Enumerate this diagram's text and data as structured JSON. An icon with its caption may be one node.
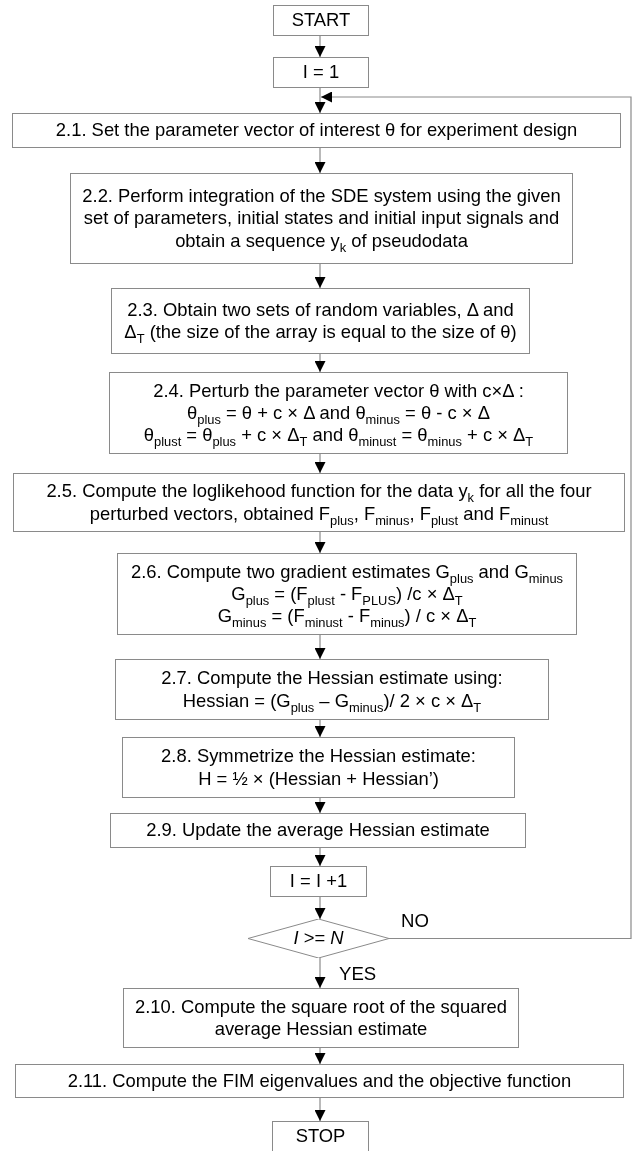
{
  "diagram": {
    "nodes": [
      {
        "text": [
          "START"
        ]
      },
      {
        "text": [
          "I = 1"
        ]
      },
      {
        "text": [
          "2.1. Set the parameter vector of interest θ for experiment design"
        ]
      },
      {
        "text": [
          "2.2. Perform integration of the SDE system using the given set of parameters, initial states and initial input signals and obtain a sequence y$_{k}$ of pseudodata"
        ]
      },
      {
        "text": [
          "2.3. Obtain two sets of random variables, Δ and Δ$_{T}$ (the size of the array is equal to the size of θ)"
        ]
      },
      {
        "text": [
          "2.4. Perturb the parameter vector θ with c×Δ :",
          "θ$_{plus}$ = θ + c × Δ and θ$_{minus}$ = θ - c × Δ",
          "θ$_{plust}$ = θ$_{plus}$ + c × Δ$_{T}$ and θ$_{minust}$ = θ$_{minus}$ + c × Δ$_{T}$"
        ]
      },
      {
        "text": [
          "2.5. Compute the loglikehood function for the data y$_{k}$ for all the four perturbed vectors, obtained F$_{plus}$, F$_{minus}$, F$_{plust}$ and F$_{minust}$"
        ]
      },
      {
        "text": [
          "2.6. Compute two gradient estimates G$_{plus}$ and G$_{minus}$",
          "G$_{plus}$ = (F$_{plust}$ - F$_{PLUS}$) /c × Δ$_{T}$",
          "G$_{minus}$ = (F$_{minust}$ - F$_{minus}$) / c × Δ$_{T}$"
        ]
      },
      {
        "text": [
          "2.7. Compute the Hessian estimate using:",
          "Hessian = (G$_{plus}$ – G$_{minus}$)/ 2 × c × Δ$_{T}$"
        ]
      },
      {
        "text": [
          "2.8. Symmetrize the Hessian estimate:",
          "H = ½ × (Hessian + Hessian’)"
        ]
      },
      {
        "text": [
          "2.9. Update the average Hessian estimate"
        ]
      },
      {
        "text": [
          "I = I +1"
        ]
      },
      {
        "text": [
          "*I* >= *N*"
        ]
      },
      {
        "text": [
          "2.10. Compute the square root of the squared average Hessian estimate"
        ]
      },
      {
        "text": [
          "2.11. Compute the FIM eigenvalues and the objective function"
        ]
      },
      {
        "text": [
          "STOP"
        ]
      }
    ],
    "edges": [
      {
        "from": 0,
        "to": 1,
        "arrow": "to"
      },
      {
        "from": 1,
        "to": 2,
        "arrow": "to"
      },
      {
        "from": 2,
        "to": 3,
        "arrow": "to"
      },
      {
        "from": 3,
        "to": 4,
        "arrow": "to"
      },
      {
        "from": 4,
        "to": 5,
        "arrow": "to"
      },
      {
        "from": 5,
        "to": 6,
        "arrow": "to"
      },
      {
        "from": 6,
        "to": 7,
        "arrow": "to"
      },
      {
        "from": 7,
        "to": 8,
        "arrow": "to"
      },
      {
        "from": 8,
        "to": 9,
        "arrow": "to"
      },
      {
        "from": 9,
        "to": 10,
        "arrow": "to"
      },
      {
        "from": 10,
        "to": 11,
        "arrow": "to"
      },
      {
        "from": 11,
        "to": 12,
        "arrow": "to"
      },
      {
        "from": 12,
        "to": 13,
        "label": "YES",
        "arrow": "to"
      },
      {
        "from": 13,
        "to": 14,
        "arrow": "to"
      },
      {
        "from": 14,
        "to": 15,
        "arrow": "to"
      },
      {
        "from": 12,
        "to": 2,
        "label": "NO",
        "arrow": "to"
      }
    ]
  }
}
